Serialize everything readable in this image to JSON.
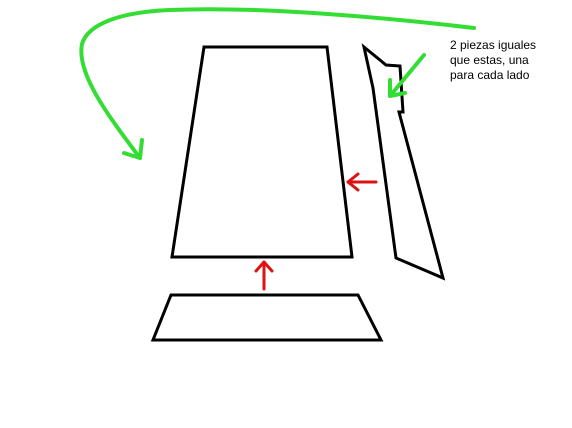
{
  "annotation": {
    "lines": [
      "2 piezas iguales",
      "que estas, una",
      "para cada lado"
    ]
  },
  "colors": {
    "outline": "#000000",
    "green_arrow": "#33dd33",
    "red_arrow": "#dd1111",
    "background": "#ffffff"
  }
}
